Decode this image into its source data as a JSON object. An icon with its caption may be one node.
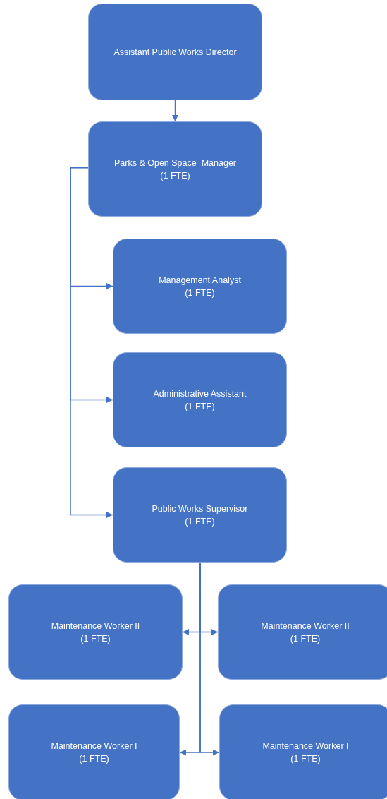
{
  "diagram": {
    "nodes": [
      {
        "text": [
          "Assistant Public Works Director"
        ]
      },
      {
        "text": [
          "Parks & Open Space  Manager",
          "(1 FTE)"
        ]
      },
      {
        "text": [
          "Management Analyst",
          "(1 FTE)"
        ]
      },
      {
        "text": [
          "Administrative Assistant",
          "(1 FTE)"
        ]
      },
      {
        "text": [
          "Public Works Supervisor",
          "(1 FTE)"
        ]
      },
      {
        "text": [
          "Maintenance Worker II",
          "(1 FTE)"
        ]
      },
      {
        "text": [
          "Maintenance Worker II",
          "(1 FTE)"
        ]
      },
      {
        "text": [
          "Maintenance Worker I",
          "(1 FTE)"
        ]
      },
      {
        "text": [
          "Maintenance Worker I",
          "(1 FTE)"
        ]
      }
    ],
    "edges": [
      {
        "from": 0,
        "to": 1,
        "arrow": "to"
      },
      {
        "from": 1,
        "to": 2,
        "arrow": "to"
      },
      {
        "from": 1,
        "to": 3,
        "arrow": "to"
      },
      {
        "from": 1,
        "to": 4,
        "arrow": "to"
      },
      {
        "from": 4,
        "to": 5,
        "arrow": "to"
      },
      {
        "from": 4,
        "to": 6,
        "arrow": "to"
      },
      {
        "from": 4,
        "to": 7,
        "arrow": "to"
      },
      {
        "from": 4,
        "to": 8,
        "arrow": "to"
      }
    ]
  }
}
